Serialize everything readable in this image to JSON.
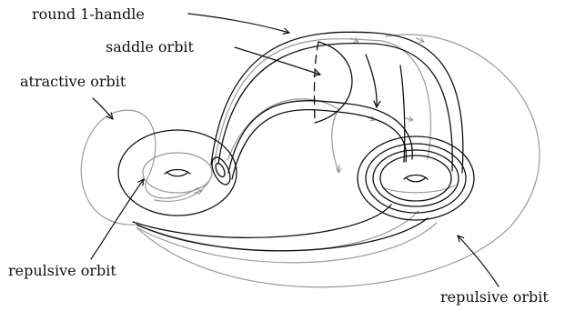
{
  "labels": {
    "round_handle": "round 1-handle",
    "saddle_orbit": "saddle orbit",
    "attractive_orbit": "atractive orbit",
    "repulsive_orbit_left": "repulsive orbit",
    "repulsive_orbit_right": "repulsive orbit"
  },
  "colors": {
    "ink": "#111111",
    "gray": "#9a9a9a"
  }
}
